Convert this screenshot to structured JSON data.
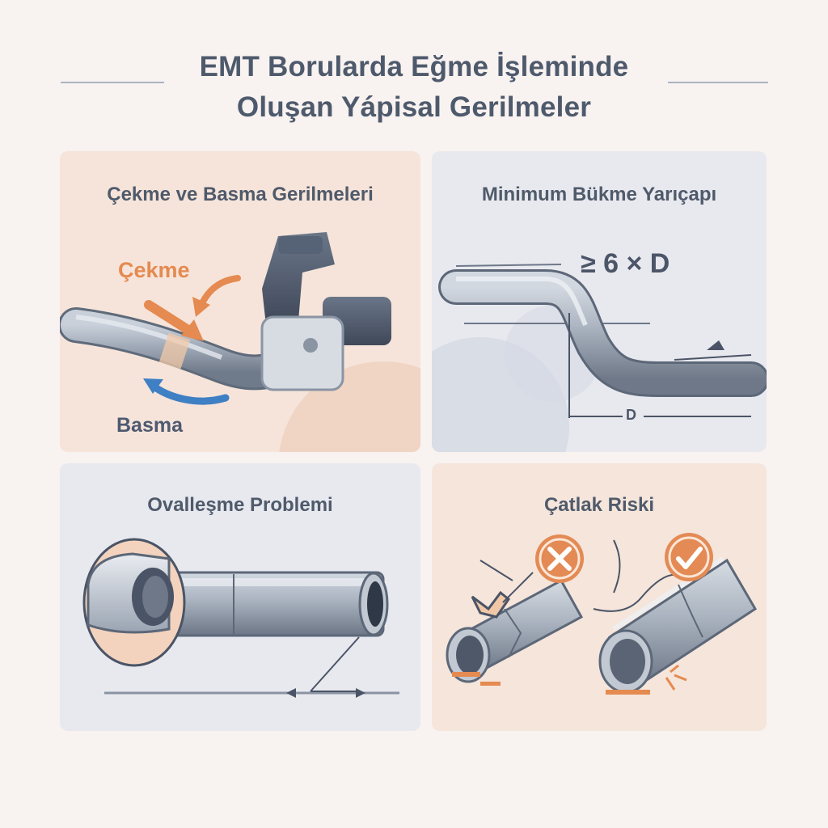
{
  "title": {
    "line1": "EMT Borularda Eğme İşleminde",
    "line2": "Oluşan Yápisal Gerilmeler"
  },
  "panels": {
    "tension": {
      "title": "Çekme ve Basma Gerilmeleri",
      "tension_label": "Çekme",
      "compression_label": "Basma"
    },
    "radius": {
      "title": "Minimum Bükme Yarıçapı",
      "formula": "≥ 6 × D",
      "dimension_label": "D"
    },
    "ovality": {
      "title": "Ovalleşme Problemi"
    },
    "crack": {
      "title": "Çatlak Riski",
      "bad_icon": "x-circle-icon",
      "good_icon": "check-circle-icon"
    }
  },
  "colors": {
    "background": "#f8f2f0",
    "tension_orange": "#e58a50",
    "compression_blue": "#3f7fc4",
    "pipe_gray": "#8e99a8",
    "x_badge": "#e38a55",
    "check_badge": "#e38a55"
  }
}
